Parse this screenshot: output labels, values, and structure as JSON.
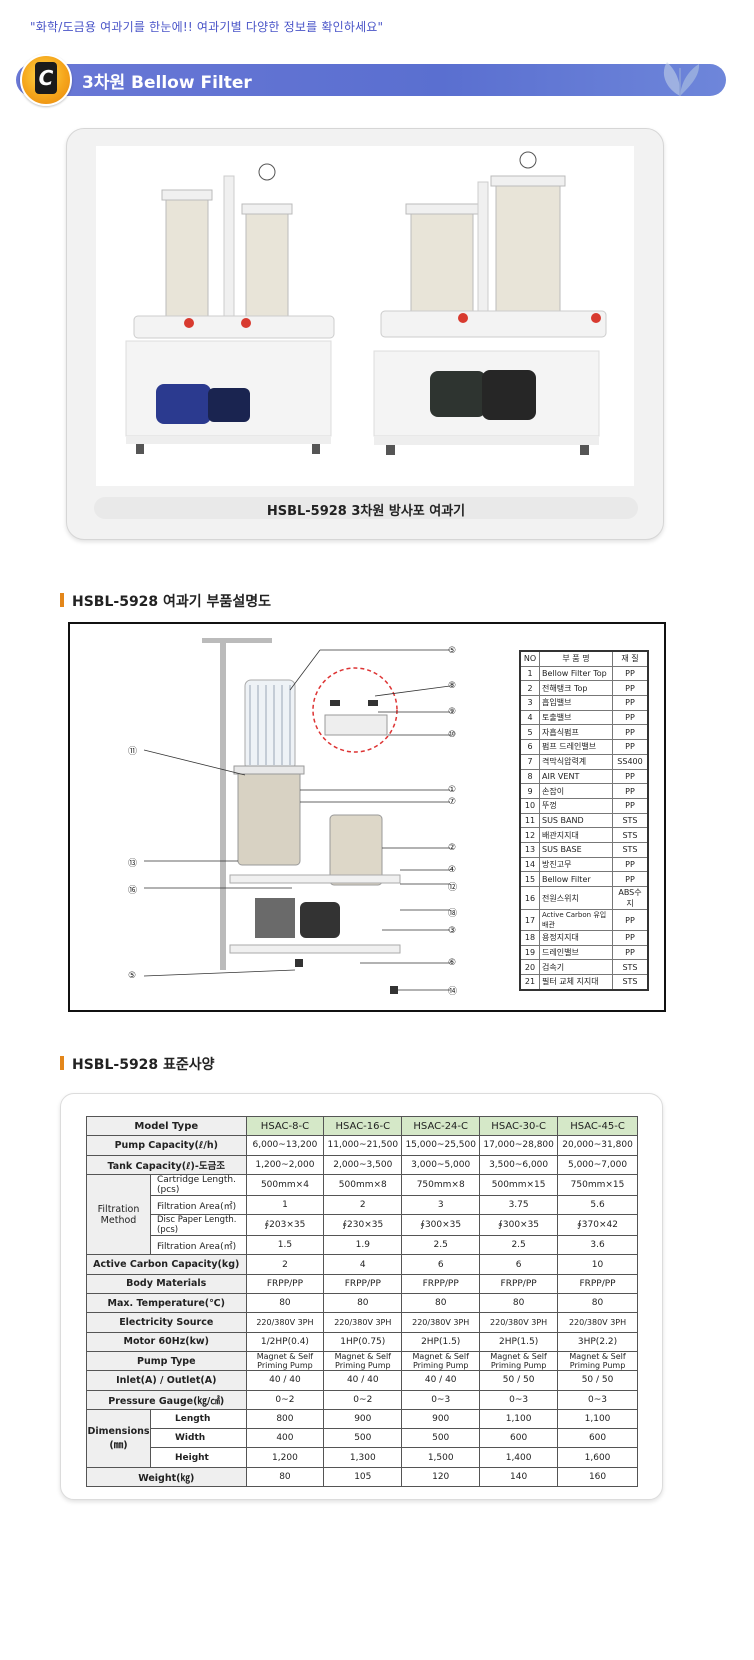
{
  "tagline": "\"화학/도금용 여과기를 한눈에!! 여과기별 다양한 정보를 확인하세요\"",
  "band": {
    "logo_letter": "C",
    "title": "3차원 Bellow Filter"
  },
  "photo": {
    "caption": "HSBL-5928 3차원 방사포 여과기"
  },
  "parts_section": {
    "title": "HSBL-5928 여과기 부품설명도",
    "callouts": [
      "⑤",
      "⑧",
      "⑨",
      "⑩",
      "⑪",
      "①",
      "⑦",
      "②",
      "⑬",
      "④",
      "⑯",
      "⑫",
      "⑱",
      "③",
      "⑥",
      "⑤",
      "⑭"
    ],
    "table_headers": [
      "NO",
      "부 품 명",
      "재 질"
    ],
    "parts": [
      {
        "no": "1",
        "name": "Bellow Filter Top",
        "mat": "PP"
      },
      {
        "no": "2",
        "name": "전해탱크 Top",
        "mat": "PP"
      },
      {
        "no": "3",
        "name": "흡입밸브",
        "mat": "PP"
      },
      {
        "no": "4",
        "name": "토출밸브",
        "mat": "PP"
      },
      {
        "no": "5",
        "name": "자흡식펌프",
        "mat": "PP"
      },
      {
        "no": "6",
        "name": "펌프 드레인밸브",
        "mat": "PP"
      },
      {
        "no": "7",
        "name": "격막식압력계",
        "mat": "SS400"
      },
      {
        "no": "8",
        "name": "AIR VENT",
        "mat": "PP"
      },
      {
        "no": "9",
        "name": "손잡이",
        "mat": "PP"
      },
      {
        "no": "10",
        "name": "뚜껑",
        "mat": "PP"
      },
      {
        "no": "11",
        "name": "SUS BAND",
        "mat": "STS"
      },
      {
        "no": "12",
        "name": "배관지지대",
        "mat": "STS"
      },
      {
        "no": "13",
        "name": "SUS BASE",
        "mat": "STS"
      },
      {
        "no": "14",
        "name": "방진고무",
        "mat": "PP"
      },
      {
        "no": "15",
        "name": "Bellow Filter",
        "mat": "PP"
      },
      {
        "no": "16",
        "name": "전원스위치",
        "mat": "ABS수지"
      },
      {
        "no": "17",
        "name": "Active Carbon 유입배관",
        "mat": "PP"
      },
      {
        "no": "18",
        "name": "용정지지대",
        "mat": "PP"
      },
      {
        "no": "19",
        "name": "드레인밸브",
        "mat": "PP"
      },
      {
        "no": "20",
        "name": "검속기",
        "mat": "STS"
      },
      {
        "no": "21",
        "name": "필터 교체 지지대",
        "mat": "STS"
      }
    ]
  },
  "spec_section": {
    "title": "HSBL-5928 표준사양",
    "model_label": "Model Type",
    "models": [
      "HSAC-8-C",
      "HSAC-16-C",
      "HSAC-24-C",
      "HSAC-30-C",
      "HSAC-45-C"
    ],
    "rows": {
      "pump_capacity": {
        "label": "Pump Capacity(ℓ/h)",
        "values": [
          "6,000~13,200",
          "11,000~21,500",
          "15,000~25,500",
          "17,000~28,800",
          "20,000~31,800"
        ]
      },
      "tank_capacity": {
        "label": "Tank Capacity(ℓ)-도금조",
        "values": [
          "1,200~2,000",
          "2,000~3,500",
          "3,000~5,000",
          "3,500~6,000",
          "5,000~7,000"
        ]
      },
      "filtration_method": "Filtration Method",
      "cartridge_length": {
        "label": "Cartridge Length.(pcs)",
        "values": [
          "500mm×4",
          "500mm×8",
          "750mm×8",
          "500mm×15",
          "750mm×15"
        ]
      },
      "filtration_area_1": {
        "label": "Filtration Area(㎡)",
        "values": [
          "1",
          "2",
          "3",
          "3.75",
          "5.6"
        ]
      },
      "disc_paper_length": {
        "label": "Disc Paper Length.(pcs)",
        "values": [
          "∮203×35",
          "∮230×35",
          "∮300×35",
          "∮300×35",
          "∮370×42"
        ]
      },
      "filtration_area_2": {
        "label": "Filtration Area(㎡)",
        "values": [
          "1.5",
          "1.9",
          "2.5",
          "2.5",
          "3.6"
        ]
      },
      "active_carbon": {
        "label": "Active Carbon Capacity(kg)",
        "values": [
          "2",
          "4",
          "6",
          "6",
          "10"
        ]
      },
      "body_materials": {
        "label": "Body Materials",
        "values": [
          "FRPP/PP",
          "FRPP/PP",
          "FRPP/PP",
          "FRPP/PP",
          "FRPP/PP"
        ]
      },
      "max_temp": {
        "label": "Max. Temperature(℃)",
        "values": [
          "80",
          "80",
          "80",
          "80",
          "80"
        ]
      },
      "electricity": {
        "label": "Electricity Source",
        "values": [
          "220/380V 3PH",
          "220/380V 3PH",
          "220/380V 3PH",
          "220/380V 3PH",
          "220/380V 3PH"
        ]
      },
      "motor": {
        "label": "Motor 60Hz(kw)",
        "values": [
          "1/2HP(0.4)",
          "1HP(0.75)",
          "2HP(1.5)",
          "2HP(1.5)",
          "3HP(2.2)"
        ]
      },
      "pump_type": {
        "label": "Pump Type",
        "values": [
          "Magnet & Self Priming Pump",
          "Magnet & Self Priming Pump",
          "Magnet & Self Priming Pump",
          "Magnet & Self Priming Pump",
          "Magnet & Self Priming Pump"
        ]
      },
      "inlet_outlet": {
        "label": "Inlet(A) / Outlet(A)",
        "values": [
          "40 / 40",
          "40 / 40",
          "40 / 40",
          "50 / 50",
          "50 / 50"
        ]
      },
      "pressure_gauge": {
        "label": "Pressure Gauge(㎏/㎠)",
        "values": [
          "0~2",
          "0~2",
          "0~3",
          "0~3",
          "0~3"
        ]
      },
      "dimensions": "Dimensions (㎜)",
      "length": {
        "label": "Length",
        "values": [
          "800",
          "900",
          "900",
          "1,100",
          "1,100"
        ]
      },
      "width": {
        "label": "Width",
        "values": [
          "400",
          "500",
          "500",
          "600",
          "600"
        ]
      },
      "height": {
        "label": "Height",
        "values": [
          "1,200",
          "1,300",
          "1,500",
          "1,400",
          "1,600"
        ]
      },
      "weight": {
        "label": "Weight(㎏)",
        "values": [
          "80",
          "105",
          "120",
          "140",
          "160"
        ]
      }
    }
  },
  "colors": {
    "band": "#5a6fd0",
    "accent": "#e3861a",
    "tagline": "#4a55c8",
    "spec_header": "#d5e8c8"
  }
}
